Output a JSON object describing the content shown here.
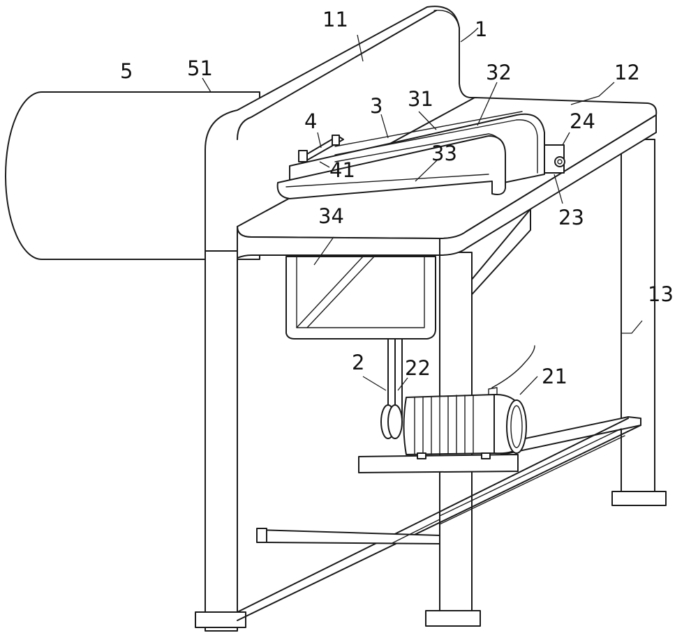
{
  "figure": {
    "callouts": [
      {
        "id": "c5",
        "text": "5"
      },
      {
        "id": "c51",
        "text": "51"
      },
      {
        "id": "c11",
        "text": "11"
      },
      {
        "id": "c1",
        "text": "1"
      },
      {
        "id": "c32",
        "text": "32"
      },
      {
        "id": "c12",
        "text": "12"
      },
      {
        "id": "c3",
        "text": "3"
      },
      {
        "id": "c31",
        "text": "31"
      },
      {
        "id": "c24",
        "text": "24"
      },
      {
        "id": "c4",
        "text": "4"
      },
      {
        "id": "c41",
        "text": "41"
      },
      {
        "id": "c33",
        "text": "33"
      },
      {
        "id": "c23",
        "text": "23"
      },
      {
        "id": "c34",
        "text": "34"
      },
      {
        "id": "c13",
        "text": "13"
      },
      {
        "id": "c2",
        "text": "2"
      },
      {
        "id": "c22",
        "text": "22"
      },
      {
        "id": "c21",
        "text": "21"
      }
    ]
  }
}
